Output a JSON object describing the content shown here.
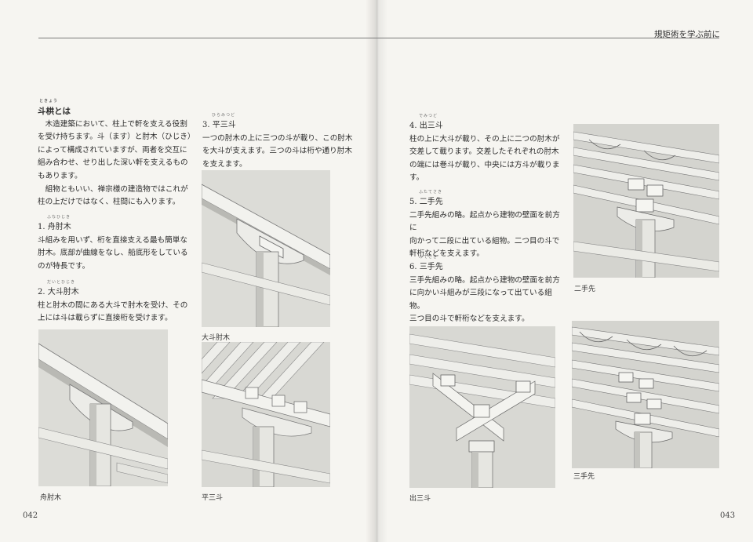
{
  "running_head": "規矩術を学ぶ前に",
  "folios": {
    "left": "042",
    "right": "043"
  },
  "intro": {
    "heading": "斗栱とは",
    "heading_ruby": "ときょう",
    "lines": [
      "木造建築において、柱上で軒を支える役割",
      "を受け持ちます。斗（ます）と肘木（ひじき）",
      "によって構成されていますが、両者を交互に",
      "組み合わせ、せり出した深い軒を支えるもの",
      "もあります。",
      "組物ともいい、禅宗様の建造物ではこれが",
      "柱の上だけではなく、柱間にも入ります。"
    ]
  },
  "sections": [
    {
      "title": "1. 舟肘木",
      "ruby": "ふなひじき",
      "lines": [
        "斗組みを用いず、桁を直接支える最も簡単な",
        "肘木。底部が曲線をなし、船底形をしている",
        "のが特長です。"
      ]
    },
    {
      "title": "2. 大斗肘木",
      "ruby": "だいとひじき",
      "lines": [
        "柱と肘木の間にある大斗で肘木を受け、その",
        "上には斗は載らずに直接桁を受けます。"
      ]
    },
    {
      "title": "3. 平三斗",
      "ruby": "ひらみつど",
      "lines": [
        "一つの肘木の上に三つの斗が載り、この肘木",
        "を大斗が支えます。三つの斗は桁や通り肘木",
        "を支えます。"
      ]
    },
    {
      "title": "4. 出三斗",
      "ruby": "でみつど",
      "lines": [
        "柱の上に大斗が載り、その上に二つの肘木が",
        "交差して載ります。交差したそれぞれの肘木",
        "の端には巻斗が載り、中央には方斗が載りま",
        "す。"
      ]
    },
    {
      "title": "5. 二手先",
      "ruby": "ふたてさき",
      "lines": [
        "二手先組みの略。起点から建物の壁面を前方に",
        "向かって二段に出ている組物。二つ目の斗で",
        "軒桁などを支えます。"
      ]
    },
    {
      "title": "6. 三手先",
      "ruby": "みてさき",
      "lines": [
        "三手先組みの略。起点から建物の壁面を前方",
        "に向かい斗組みが三段になって出ている組物。",
        "三つ目の斗で軒桁などを支えます。"
      ]
    }
  ],
  "captions": {
    "funahijiki": "舟肘木",
    "daito": "大斗肘木",
    "hiramitsudo": "平三斗",
    "demitsudo": "出三斗",
    "futatesaki": "二手先",
    "mitesaki": "三手先"
  }
}
